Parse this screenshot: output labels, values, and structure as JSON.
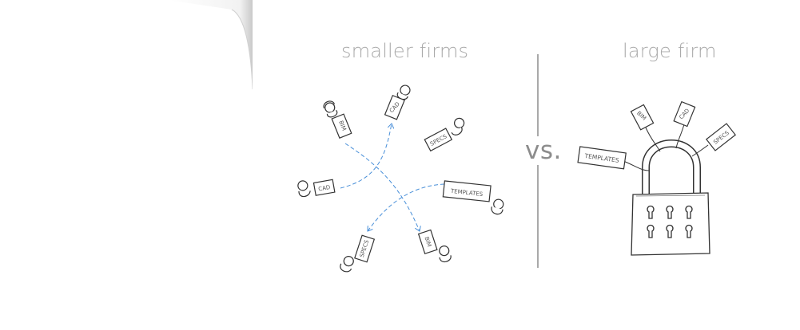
{
  "headings": {
    "left": "smaller firms",
    "right": "large firm"
  },
  "versus": "vs.",
  "small_firm_people": [
    {
      "sign": "BIM"
    },
    {
      "sign": "CAD"
    },
    {
      "sign": "SPECS"
    },
    {
      "sign": "CAD"
    },
    {
      "sign": "TEMPLATES"
    },
    {
      "sign": "SPECS"
    },
    {
      "sign": "BIM"
    }
  ],
  "padlock_tags": [
    "TEMPLATES",
    "BIM",
    "CAD",
    "SPECS"
  ],
  "colors": {
    "heading": "#a9a9a9",
    "arrows": "#4a90d9",
    "ink": "#333333"
  }
}
